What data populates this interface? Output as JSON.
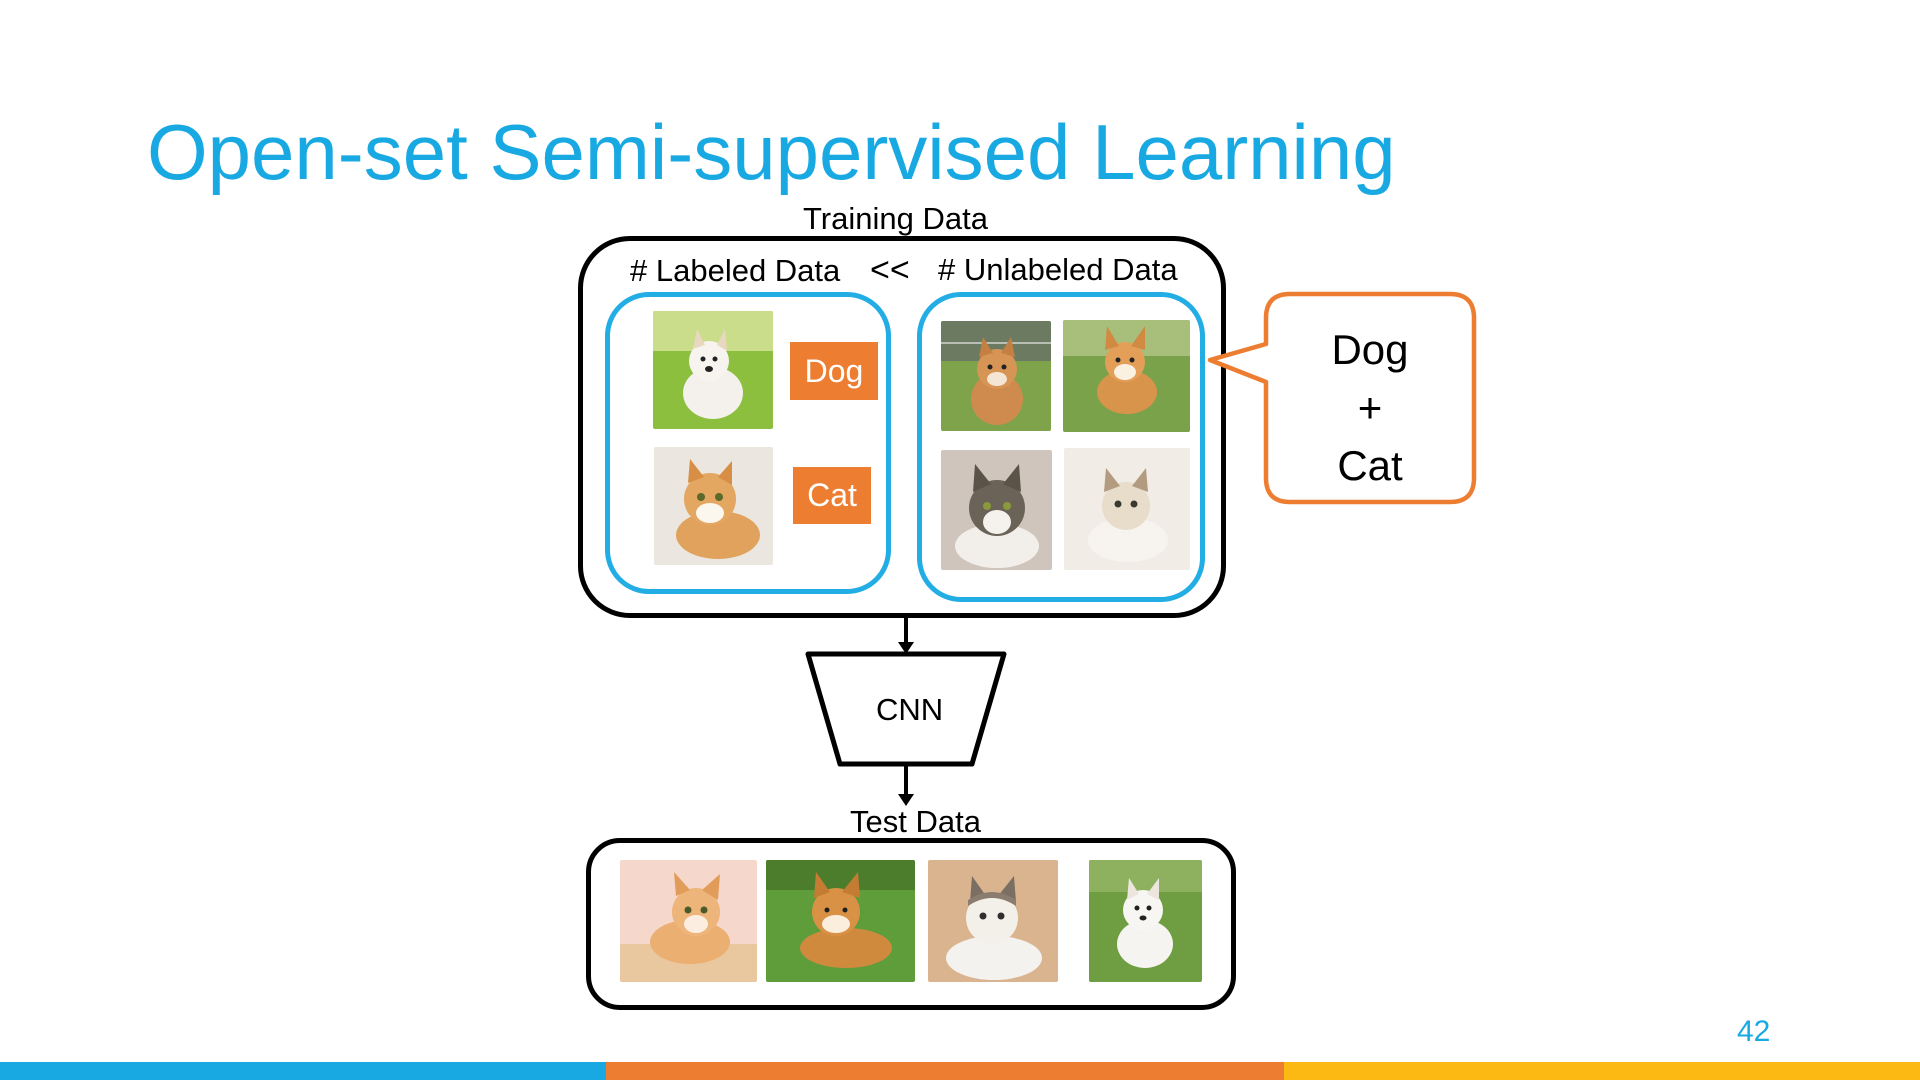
{
  "slide": {
    "title": "Open-set Semi-supervised Learning",
    "page_number": "42"
  },
  "training": {
    "label": "Training Data",
    "labeled_header": "# Labeled Data",
    "comparator": "<<",
    "unlabeled_header": "# Unlabeled Data",
    "tags": [
      "Dog",
      "Cat"
    ]
  },
  "callout": {
    "line1": "Dog",
    "line2": "+",
    "line3": "Cat"
  },
  "model": {
    "label": "CNN"
  },
  "test": {
    "label": "Test Data"
  },
  "colors": {
    "title": "#19a9e2",
    "accent_blue": "#22ade4",
    "accent_orange": "#ed7d31",
    "accent_yellow": "#fdb913",
    "tag_fill": "#ed7d31"
  },
  "icons": {
    "photos": [
      "dog-photo-icon",
      "cat-photo-icon"
    ]
  }
}
